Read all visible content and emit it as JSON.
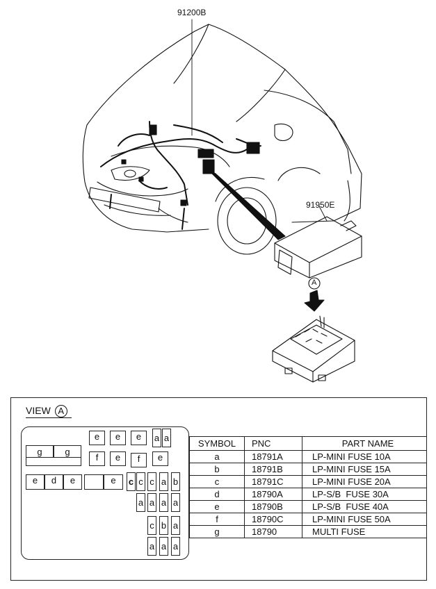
{
  "callouts": {
    "harness": "91200B",
    "junction_box": "91950E",
    "view_marker": "A"
  },
  "view": {
    "label": "VIEW",
    "marker": "A"
  },
  "fuse_layout": {
    "row1": [
      "e",
      "e",
      "e",
      "a",
      "a"
    ],
    "multi": [
      "g",
      "g"
    ],
    "row2": [
      "f",
      "e",
      "f",
      "e"
    ],
    "row3_left": [
      "e",
      "d",
      "e",
      "",
      "e"
    ],
    "row3_right": [
      "c",
      "c",
      "c",
      "a",
      "b"
    ],
    "row4": [
      "a",
      "a",
      "a",
      "a"
    ],
    "row5": [
      "c",
      "b",
      "a"
    ],
    "row6": [
      "a",
      "a",
      "a"
    ]
  },
  "parts_table": {
    "headers": [
      "SYMBOL",
      "PNC",
      "PART NAME"
    ],
    "rows": [
      [
        "a",
        "18791A",
        "LP-MINI FUSE 10A"
      ],
      [
        "b",
        "18791B",
        "LP-MINI FUSE 15A"
      ],
      [
        "c",
        "18791C",
        "LP-MINI FUSE 20A"
      ],
      [
        "d",
        "18790A",
        "LP-S/B  FUSE 30A"
      ],
      [
        "e",
        "18790B",
        "LP-S/B  FUSE 40A"
      ],
      [
        "f",
        "18790C",
        "LP-MINI FUSE 50A"
      ],
      [
        "g",
        "18790",
        "MULTI FUSE"
      ]
    ]
  }
}
